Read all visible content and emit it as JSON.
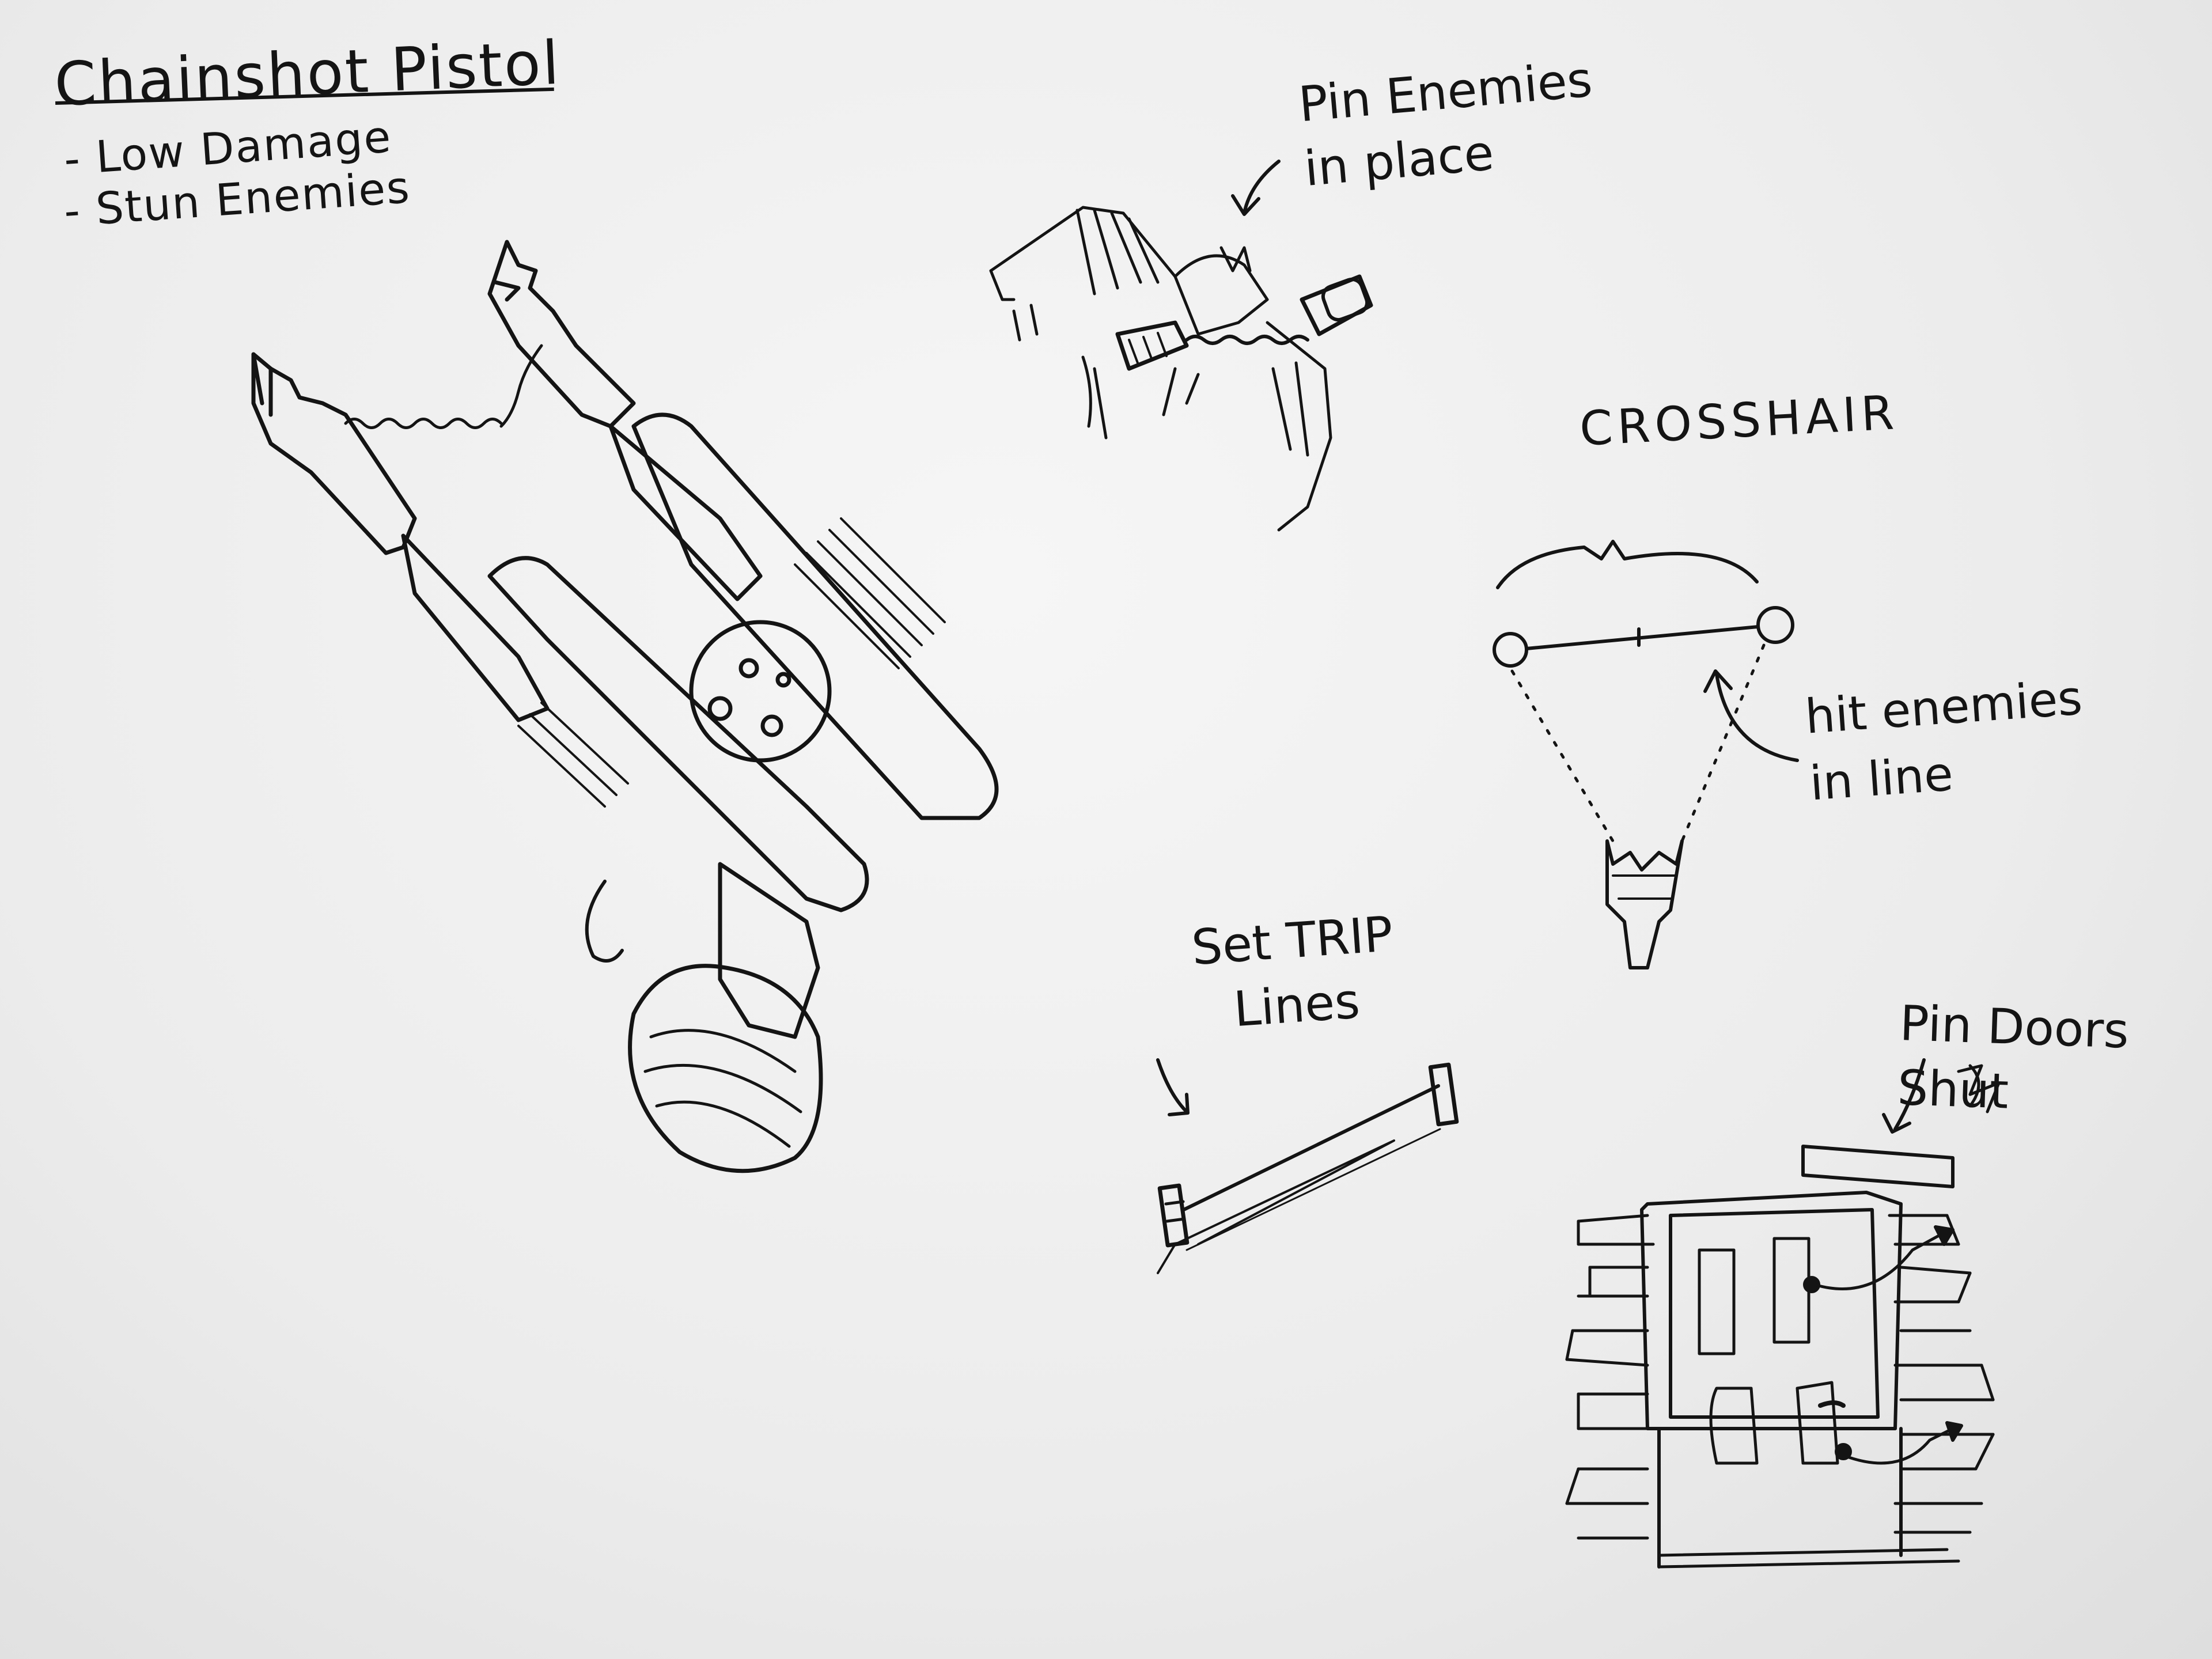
{
  "notes": {
    "title": "Chainshot Pistol",
    "bullets": [
      "- Low Damage",
      "- Stun Enemies"
    ],
    "pin_enemies": "Pin Enemies in place",
    "crosshair": "CROSSHAIR",
    "hit_enemies": "hit enemies in line",
    "trip_lines": "Set TRIP Lines",
    "pin_doors": "Pin Doors Shut"
  },
  "sketches": {
    "pistol": "chainshot-pistol-drawing",
    "bat": "pinned-creature-drawing",
    "crosshair": "crosshair-diagram",
    "trip_line": "trip-line-drawing",
    "door": "pinned-door-drawing"
  },
  "colors": {
    "ink": "#141414",
    "paper": "#f2f2f2"
  }
}
